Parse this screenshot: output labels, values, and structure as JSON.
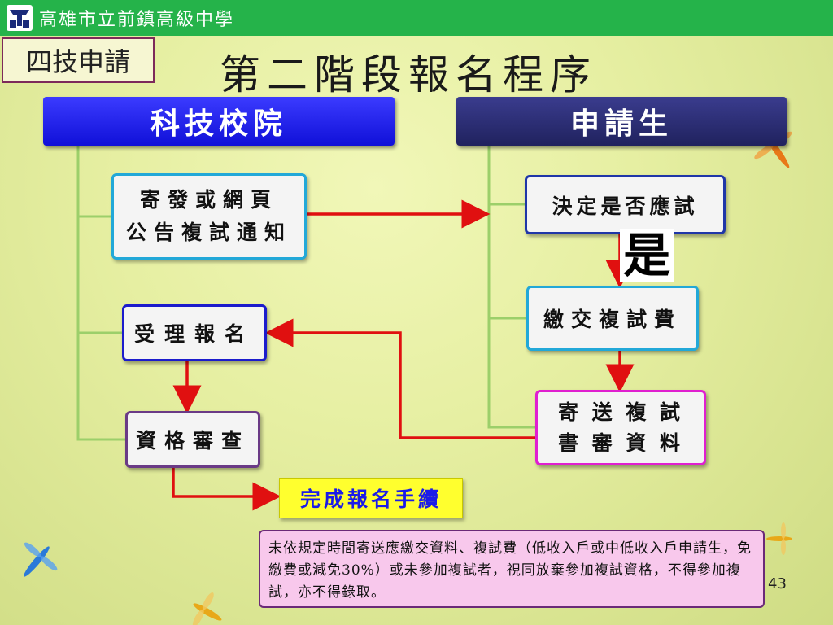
{
  "topbar": {
    "school_name": "高雄市立前鎮高級中學"
  },
  "tag": {
    "label": "四技申請"
  },
  "title": "第二階段報名程序",
  "columns": {
    "left_header": "科技校院",
    "right_header": "申請生"
  },
  "left_steps": {
    "notify_line1": "寄發或網頁",
    "notify_line2": "公告複試通知",
    "accept": "受理報名",
    "review": "資格審查"
  },
  "right_steps": {
    "decide": "決定是否應試",
    "yes_label": "是",
    "pay_fee": "繳交複試費",
    "send_line1": "寄 送 複 試",
    "send_line2": "書 審 資 料"
  },
  "done_label": "完成報名手續",
  "note": "未依規定時間寄送應繳交資料、複試費（低收入戶或中低收入戶申請生，免繳費或減免30%）或未參加複試者，視同放棄參加複試資格，不得參加複試，亦不得錄取。",
  "page_number": "43",
  "colors": {
    "topbar": "#25b34a",
    "left_header": "#1a1ae8",
    "right_header": "#2b2d72",
    "arrow": "#e01010",
    "connector": "#9ccf6a",
    "done_bg": "#ffff2e",
    "note_bg": "#f8c8ec"
  }
}
